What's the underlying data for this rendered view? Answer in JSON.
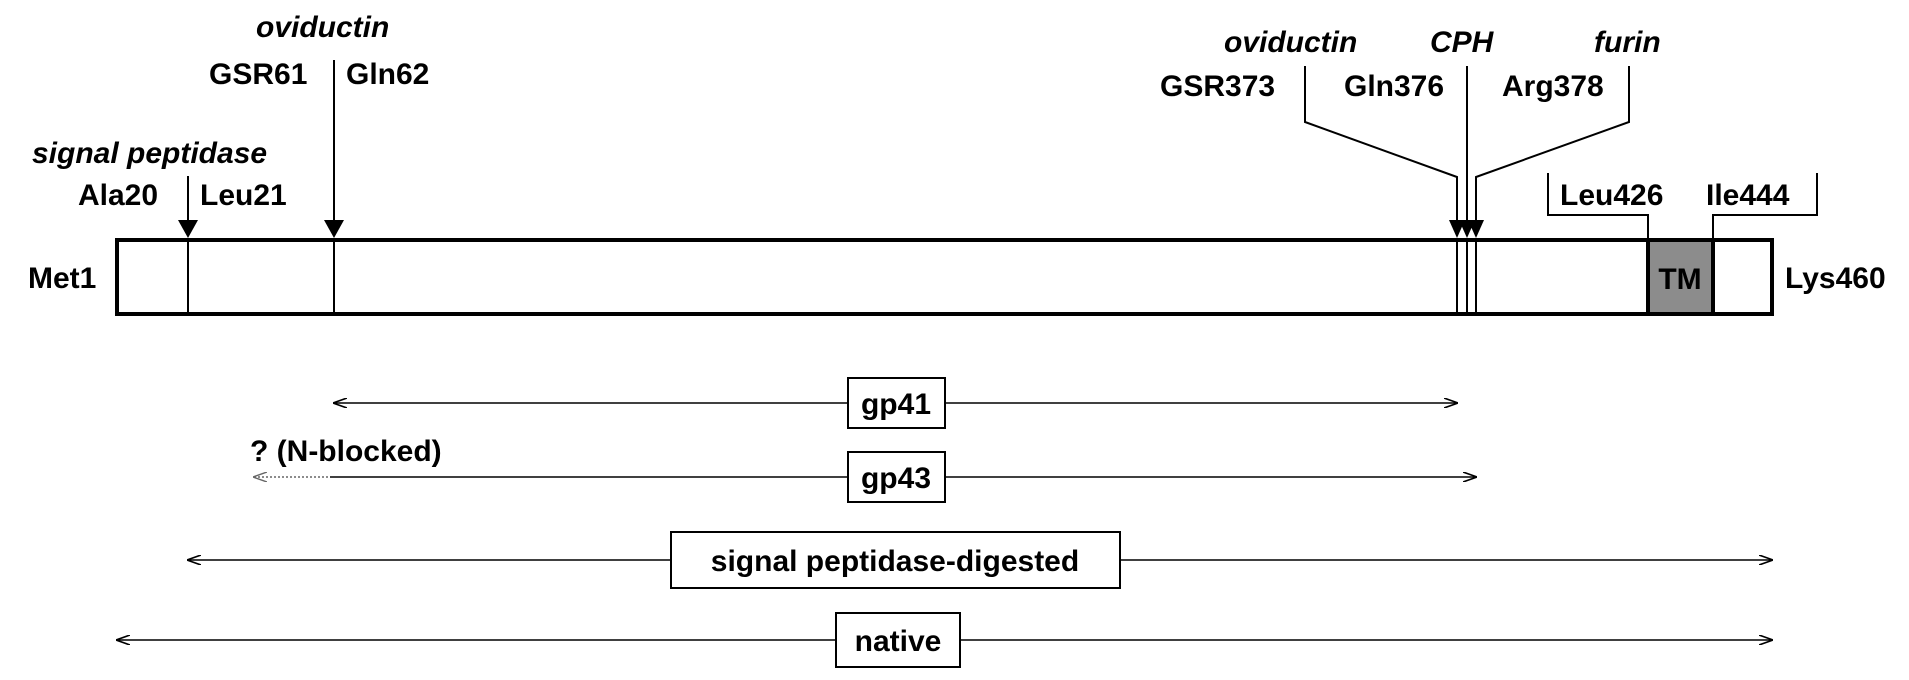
{
  "protein": {
    "n_terminus": "Met1",
    "c_terminus": "Lys460",
    "tm_label": "TM"
  },
  "cleavage": {
    "signal_peptidase": {
      "enzyme": "signal peptidase",
      "left_residue": "Ala20",
      "right_residue": "Leu21"
    },
    "oviductin_1": {
      "enzyme": "oviductin",
      "left_residue": "GSR61",
      "right_residue": "Gln62"
    },
    "oviductin_2": {
      "enzyme": "oviductin",
      "residue": "GSR373"
    },
    "cph": {
      "enzyme": "CPH",
      "residue": "Gln376"
    },
    "furin": {
      "enzyme": "furin",
      "residue": "Arg378"
    }
  },
  "tm_domain": {
    "start_residue": "Leu426",
    "end_residue": "Ile444"
  },
  "fragments": [
    {
      "label": "gp41"
    },
    {
      "label": "gp43",
      "note": "? (N-blocked)"
    },
    {
      "label": "signal peptidase-digested"
    },
    {
      "label": "native"
    }
  ],
  "colors": {
    "line": "#000000",
    "tm_fill": "#8c8c8c",
    "dotted": "#666666",
    "background": "#ffffff"
  }
}
